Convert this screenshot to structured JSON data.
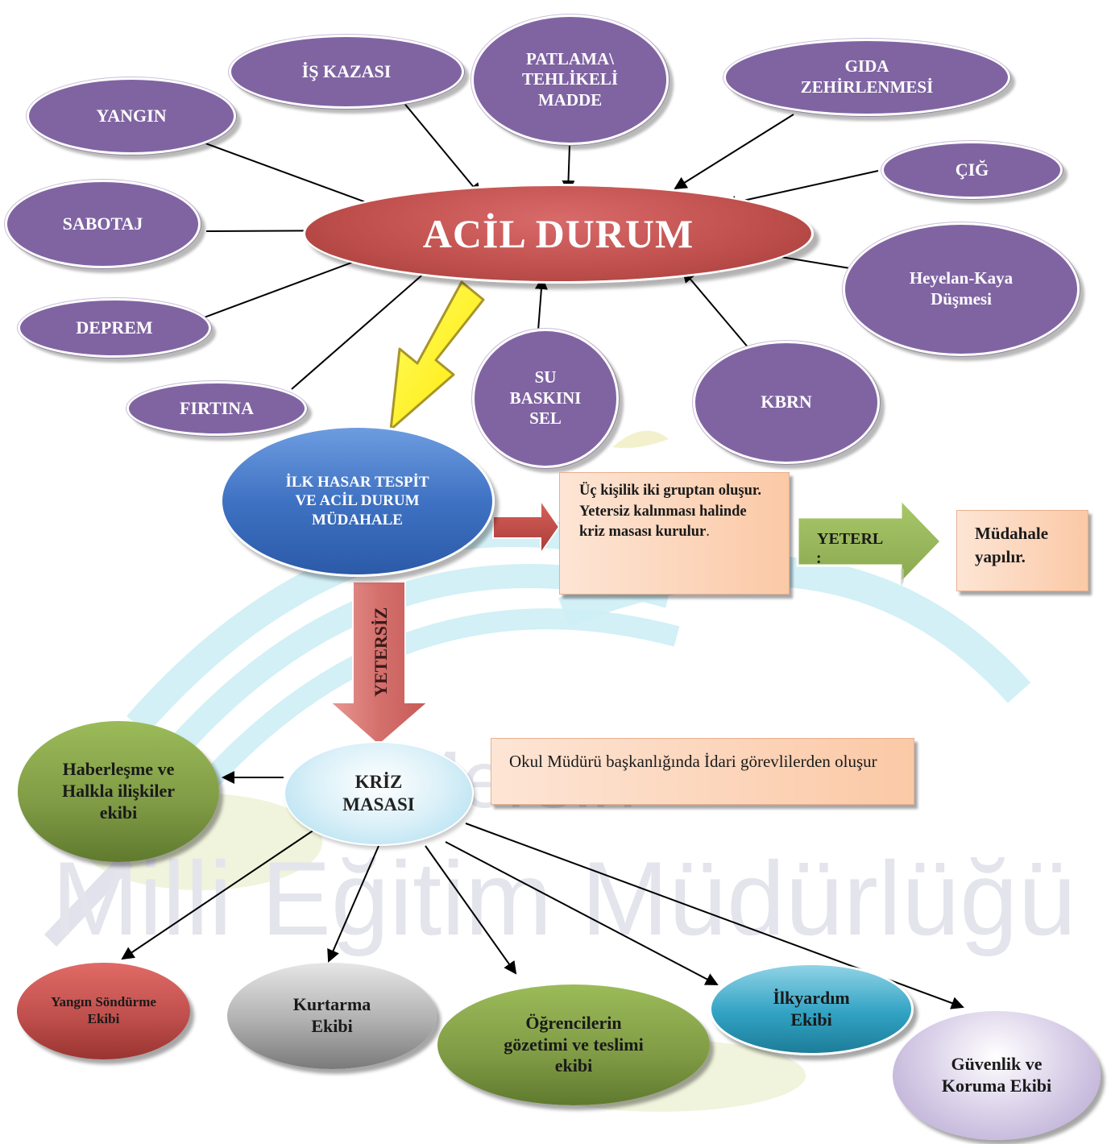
{
  "central": {
    "label": "ACİL DURUM"
  },
  "causes": [
    {
      "label": "YANGIN"
    },
    {
      "label": "İŞ KAZASI"
    },
    {
      "label": "PATLAMA\\ TEHLİKELİ MADDE"
    },
    {
      "label": "GIDA ZEHİRLENMESİ"
    },
    {
      "label": "ÇIĞ"
    },
    {
      "label": "SABOTAJ"
    },
    {
      "label": "Heyelan-Kaya Düşmesi"
    },
    {
      "label": "DEPREM"
    },
    {
      "label": "FIRTINA"
    },
    {
      "label": "SU BASKINI SEL"
    },
    {
      "label": "KBRN"
    }
  ],
  "first_response": {
    "label": "İLK HASAR TESPİT VE ACİL DURUM MÜDAHALE"
  },
  "info_group": {
    "bold_text": "Üç kişilik iki gruptan oluşur. Yetersiz kalınması halinde kriz masası kurulur",
    "tail": "."
  },
  "sufficient": {
    "label": "YETERL",
    "colon": ":"
  },
  "result": {
    "label": "Müdahale yapılır."
  },
  "insufficient": {
    "label": "YETERSİZ"
  },
  "crisis_desk": {
    "label": "KRİZ MASASI"
  },
  "crisis_note": {
    "text": "Okul Müdürü başkanlığında İdari görevlilerden oluşur"
  },
  "teams": [
    {
      "label": "Haberleşme ve Halkla ilişkiler ekibi"
    },
    {
      "label": "Yangın Söndürme Ekibi"
    },
    {
      "label": "Kurtarma Ekibi"
    },
    {
      "label": "Öğrencilerin gözetimi ve teslimi ekibi"
    },
    {
      "label": "İlkyardım Ekibi"
    },
    {
      "label": "Güvenlik ve Koruma Ekibi"
    }
  ],
  "watermark": {
    "word1": "Mersin",
    "word2": "Milli Eğitim Müdürlüğü"
  },
  "colors": {
    "cause": "#8064a2",
    "central": "#c0504d",
    "first_response": "#3f72c3",
    "crisis_desk": "#daf0f8",
    "team_green": "#9bbb59",
    "team_red": "#c0504d",
    "team_gray": "#a5a5a5",
    "team_teal": "#31a2c3",
    "team_lavender": "#b3a2cf",
    "note_box": "#fbd4b4",
    "arrow_yellow": "#ffff00",
    "arrow_red": "#c0504d",
    "arrow_green": "#9bbb59"
  }
}
